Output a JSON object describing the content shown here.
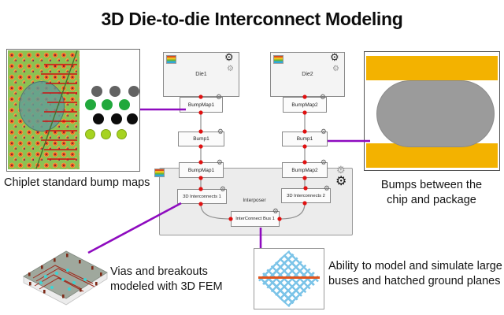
{
  "title": "3D Die-to-die Interconnect Modeling",
  "captions": {
    "bump_maps": "Chiplet standard bump maps",
    "package_bumps_line1": "Bumps between the",
    "package_bumps_line2": "chip and package",
    "fem_line1": "Vias and breakouts",
    "fem_line2": "modeled with 3D FEM",
    "hatched_line1": "Ability to model and simulate large",
    "hatched_line2": "buses and hatched ground planes"
  },
  "schematic": {
    "die1": "Die1",
    "die2": "Die2",
    "bumpmap1_top": "BumpMap1",
    "bumpmap2_top": "BumpMap2",
    "bump1_left": "Bump1",
    "bump1_right": "Bump1",
    "bumpmap1_bottom": "BumpMap1",
    "bumpmap2_bottom": "BumpMap2",
    "interconnects1": "3D Interconnects 1",
    "interconnects2": "3D Interconnects 2",
    "interposer_label": "Interposer",
    "bus": "InterConnect Bus 1"
  },
  "icons": {
    "gear": "⚙︎"
  },
  "colors": {
    "annotation_purple": "#8e0bbf",
    "pin_red": "#e01010",
    "wire_gray": "#909090",
    "board_green": "#8cc152",
    "bump_orange": "#e8651e",
    "band_yellow": "#f3b200",
    "bump_gray": "#9b9b9b",
    "hatch_blue": "#7cc4e8",
    "hatch_line_orange": "#e0551e"
  }
}
